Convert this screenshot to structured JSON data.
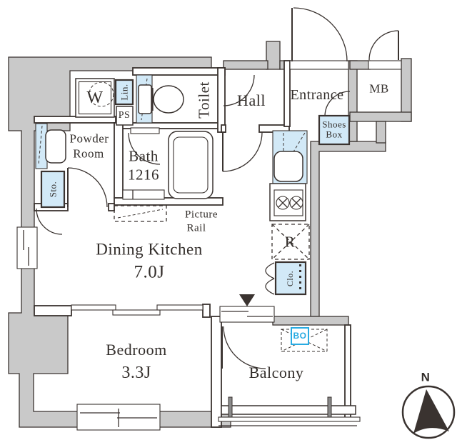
{
  "plan_labels": {
    "washer": "W",
    "linen": "Lin.",
    "pipe_space": "PS",
    "toilet": "Toilet",
    "hall": "Hall",
    "entrance": "Entrance",
    "meter_box": "MB",
    "shoes_box_line1": "Shoes",
    "shoes_box_line2": "Box",
    "powder_room_line1": "Powder",
    "powder_room_line2": "Room",
    "bath": "Bath",
    "bath_size": "1216",
    "picture_rail_line1": "Picture",
    "picture_rail_line2": "Rail",
    "dining_kitchen": "Dining Kitchen",
    "dining_kitchen_size": "7.0J",
    "bedroom": "Bedroom",
    "bedroom_size": "3.3J",
    "balcony": "Balcony",
    "refrigerator": "R",
    "closet": "Clo.",
    "storage": "Sto.",
    "balcony_marker": "BO",
    "compass_north": "N"
  },
  "colors": {
    "wall_gray": "#c9c9c9",
    "fixture_blue": "#d2e9f7",
    "line_dark": "#3a3330",
    "accent_blue": "#29abe2",
    "text_dark": "#332e2b"
  }
}
